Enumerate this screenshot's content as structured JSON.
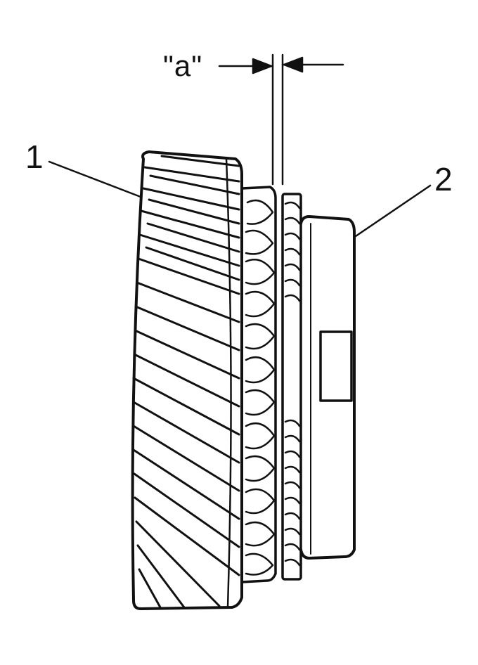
{
  "labels": {
    "part_1": "1",
    "part_2": "2",
    "gap": "\"a\""
  },
  "colors": {
    "ink": "#111111",
    "paper": "#ffffff"
  }
}
